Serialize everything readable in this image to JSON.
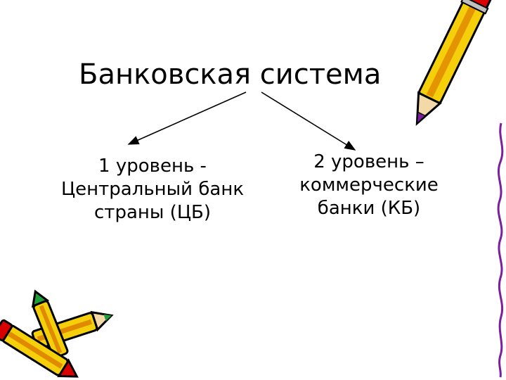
{
  "diagram": {
    "title": "Банковская система",
    "levels": [
      {
        "lines": [
          "1 уровень -",
          "Центральный банк",
          "страны (ЦБ)"
        ]
      },
      {
        "lines": [
          "2 уровень –",
          "коммерческие",
          "банки (КБ)"
        ]
      }
    ]
  },
  "decorations": {
    "pencil_icon": "pencil-icon",
    "crayons_icon": "crayons-icon",
    "accent_colors": {
      "pencil_body": "#f5d00a",
      "pencil_stripe": "#e08a00",
      "pencil_outline": "#000000",
      "eraser": "#d90000",
      "crayon_green": "#1e9e3a",
      "tip_purple": "#7a1fa0",
      "border_line": "#7a1fa0"
    }
  }
}
